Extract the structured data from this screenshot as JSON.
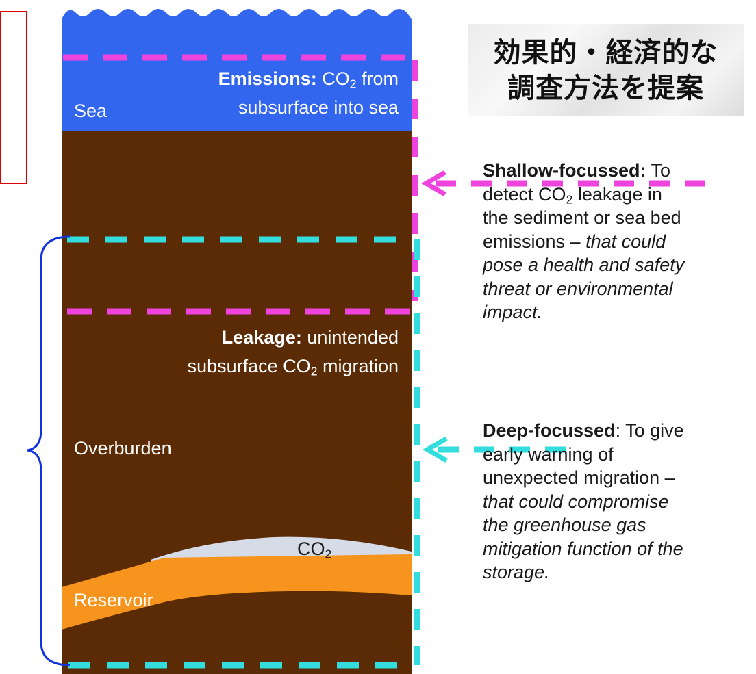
{
  "badge": {
    "line1": "効果的・経済的な",
    "line2": "調査方法を提案"
  },
  "labels": {
    "sea": "Sea",
    "emissions_title": "Emissions:",
    "emissions_line1_rest": " CO",
    "emissions_line1_tail": " from",
    "emissions_line2": "subsurface into sea",
    "leakage_title": "Leakage:",
    "leakage_line1_rest": " unintended",
    "leakage_line2_head": "subsurface CO",
    "leakage_line2_tail": " migration",
    "overburden": "Overburden",
    "co2": "CO",
    "reservoir": "Reservoir",
    "sub2": "2"
  },
  "shallow": {
    "title": "Shallow-focussed:",
    "l1_rest": " To",
    "l2_head": "detect CO",
    "l2_tail": " leakage in",
    "l3": "the sediment or sea bed",
    "l4_plain": "emissions – ",
    "l4_italic": "that could",
    "l5": "pose a health and safety",
    "l6": "threat or environmental",
    "l7": "impact."
  },
  "deep": {
    "title": "Deep-focussed",
    "l1_rest": ": To give",
    "l2": "early warning of",
    "l3": "unexpected migration –",
    "l4": "that could compromise",
    "l5": "the greenhouse gas",
    "l6": "mitigation function of the",
    "l7": "storage."
  },
  "colors": {
    "sea": "#3366ee",
    "sediment": "#5a2b04",
    "reservoir": "#f7941d",
    "co2": "#d6dbe8",
    "magenta_dash": "#ee44dd",
    "cyan_dash": "#33dddd",
    "bracket": "#1133dd",
    "red_box": "#dd0000"
  }
}
